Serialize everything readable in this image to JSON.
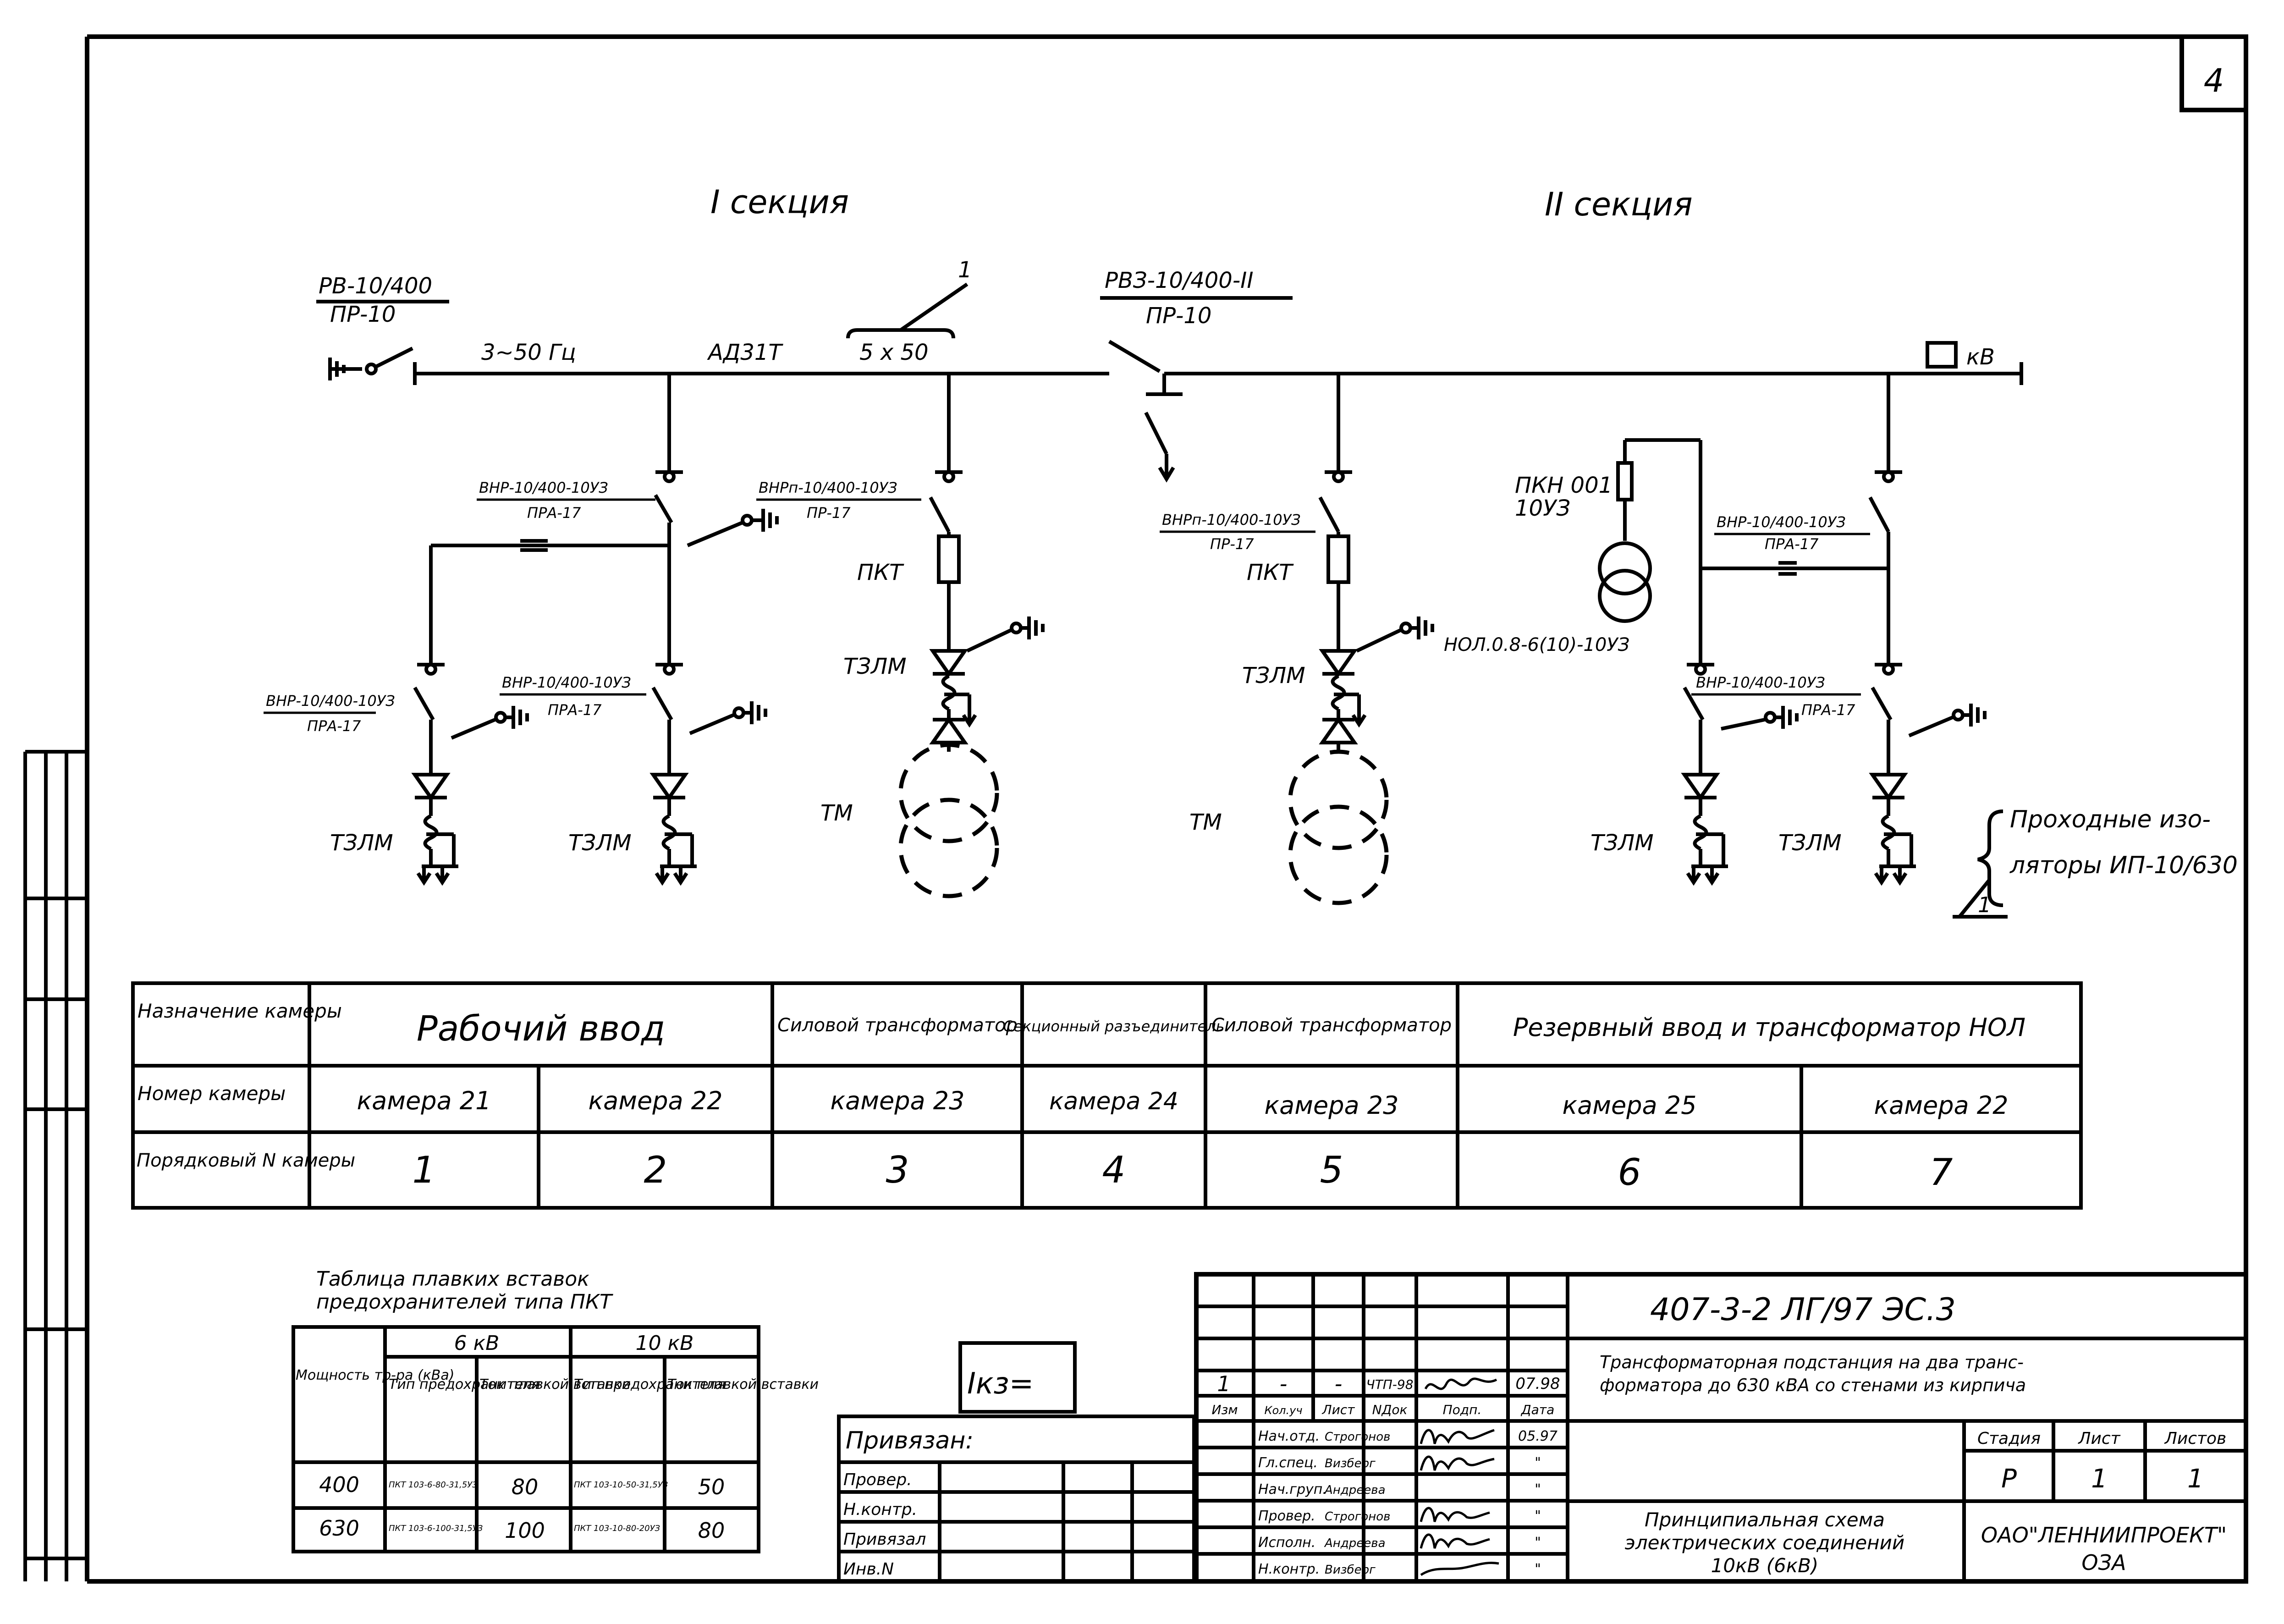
{
  "sheet_number": "4",
  "sections": {
    "section1": "I секция",
    "section2": "II секция"
  },
  "bus": {
    "left_switch_top": "РВ-10/400",
    "left_switch_bottom": "ПР-10",
    "frequency": "3~50 Гц",
    "conductor": "АД31Т",
    "conductor_size": "5 x 50",
    "conductor_callout": "1",
    "section_switch_top": "РВЗ-10/400-II",
    "section_switch_bottom": "ПР-10",
    "voltage_unit": "кВ"
  },
  "labels": {
    "vnr_a": "ВНР-10/400-10УЗ",
    "vnr_b": "ВНРп-10/400-10УЗ",
    "pra": "ПРА-17",
    "pr17": "ПР-17",
    "pkt": "ПКТ",
    "tzlm": "ТЗЛМ",
    "tm": "ТМ",
    "pkn1": "ПКН 001",
    "pkn2": "10УЗ",
    "nol": "НОЛ.0.8-6(10)-10УЗ",
    "insulators1": "Проходные изо-",
    "insulators2": "ляторы ИП-10/630",
    "insulators_callout": "1"
  },
  "chamber_table": {
    "row_headers": [
      "Назначение камеры",
      "Номер камеры",
      "Порядковый N камеры"
    ],
    "purposes": [
      "Рабочий ввод",
      "Силовой трансформатор",
      "Секционный разъединитель",
      "Силовой трансформатор",
      "Резервный ввод и трансформатор НОЛ"
    ],
    "chamber_numbers": [
      "камера 21",
      "камера 22",
      "камера 23",
      "камера 24",
      "камера 23",
      "камера 25",
      "камера 22"
    ],
    "ordinals": [
      "1",
      "2",
      "3",
      "4",
      "5",
      "6",
      "7"
    ]
  },
  "fuse_table": {
    "title1": "Таблица плавких вставок",
    "title2": "предохранителей типа ПКТ",
    "power_header": "Мощность тр-ра (кВа)",
    "group_6kv": "6 кВ",
    "group_10kv": "10 кВ",
    "fuse_type_header": "Тип предохранителя",
    "current_header": "Ток плавкой вставки",
    "rows": [
      {
        "power": "400",
        "type6": "ПКТ 103-6-80-31,5УЗ",
        "current6": "80",
        "type10": "ПКТ 103-10-50-31,5УЗ",
        "current10": "50"
      },
      {
        "power": "630",
        "type6": "ПКТ 103-6-100-31,5УЗ",
        "current6": "100",
        "type10": "ПКТ 103-10-80-20УЗ",
        "current10": "80"
      }
    ]
  },
  "ikz": "Iкз=",
  "binding_block": {
    "title": "Привязан:",
    "rows": [
      "Провер.",
      "Н.контр.",
      "Привязал",
      "Инв.N"
    ]
  },
  "title_block": {
    "code": "407-3-2 ЛГ/97   ЭС.3",
    "description": "Трансформаторная подстанция на два трансформатора до 630 кВА со стенами из кирпича",
    "drawing_name": "Принципиальная схема электрических соединений 10кВ (6кВ)",
    "organization": "ОАО\"ЛЕННИИПРОЕКТ\" ОЗА",
    "stage_header": "Стадия",
    "sheet_header": "Лист",
    "sheets_header": "Листов",
    "stage": "Р",
    "sheet": "1",
    "sheets": "1",
    "change_row": [
      "1",
      "-",
      "-",
      "ЧТП-98",
      "",
      "07.98"
    ],
    "change_headers": [
      "Изм",
      "Кол.уч",
      "Лист",
      "NДок",
      "Подп.",
      "Дата"
    ],
    "signatories": [
      {
        "role": "Нач.отд.",
        "name": "Строгонов",
        "date": "05.97"
      },
      {
        "role": "Гл.спец.",
        "name": "Визберг",
        "date": "\""
      },
      {
        "role": "Нач.груп.",
        "name": "Андреева",
        "date": "\""
      },
      {
        "role": "Провер.",
        "name": "Строгонов",
        "date": "\""
      },
      {
        "role": "Исполн.",
        "name": "Андреева",
        "date": "\""
      },
      {
        "role": "Н.контр.",
        "name": "Визберг",
        "date": "\""
      }
    ]
  }
}
